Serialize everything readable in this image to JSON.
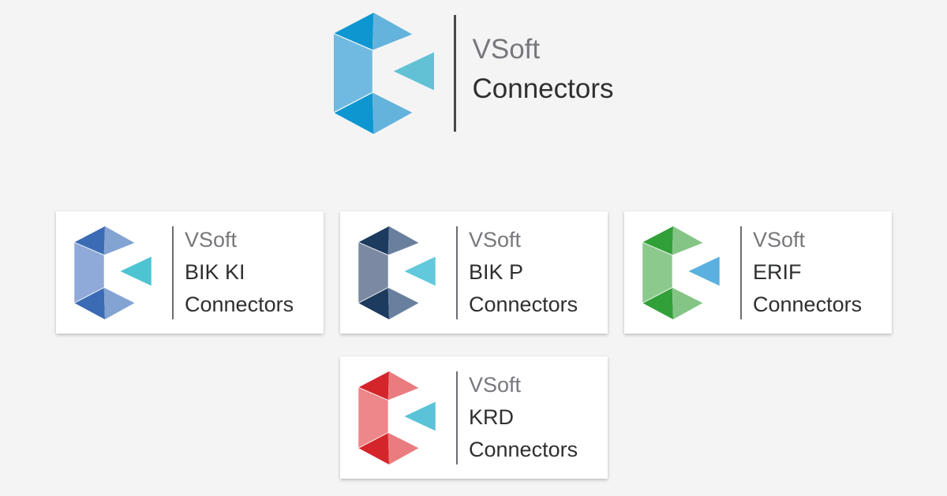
{
  "page": {
    "background": "#f4f4f5"
  },
  "brand": {
    "line1": "VSoft",
    "line2": "Connectors",
    "logo": {
      "icon": "vsoft-hexagon-logo-icon",
      "dark": "#0e96d0",
      "light": "#63b3dc",
      "quad": "#70b9e1",
      "pointer": "#63c1d5"
    }
  },
  "cards": [
    {
      "id": "bik-ki",
      "line1": "VSoft",
      "line2": "BIK KI",
      "line3": "Connectors",
      "logo": {
        "icon": "vsoft-hexagon-logo-icon-blue",
        "dark": "#3b6bb4",
        "light": "#83a3d3",
        "quad": "#8faad9",
        "pointer": "#4ec4d2"
      }
    },
    {
      "id": "bik-p",
      "line1": "VSoft",
      "line2": "BIK P",
      "line3": "Connectors",
      "logo": {
        "icon": "vsoft-hexagon-logo-icon-navy",
        "dark": "#1d3a5f",
        "light": "#68809e",
        "quad": "#7b8aa2",
        "pointer": "#62c9dc"
      }
    },
    {
      "id": "erif",
      "line1": "VSoft",
      "line2": "ERIF",
      "line3": "Connectors",
      "logo": {
        "icon": "vsoft-hexagon-logo-icon-green",
        "dark": "#32a039",
        "light": "#84c585",
        "quad": "#8cc98d",
        "pointer": "#5bb0df"
      }
    },
    {
      "id": "krd",
      "line1": "VSoft",
      "line2": "KRD",
      "line3": "Connectors",
      "logo": {
        "icon": "vsoft-hexagon-logo-icon-red",
        "dark": "#d4252b",
        "light": "#ea7c80",
        "quad": "#ee878a",
        "pointer": "#5bc3d7"
      }
    }
  ]
}
